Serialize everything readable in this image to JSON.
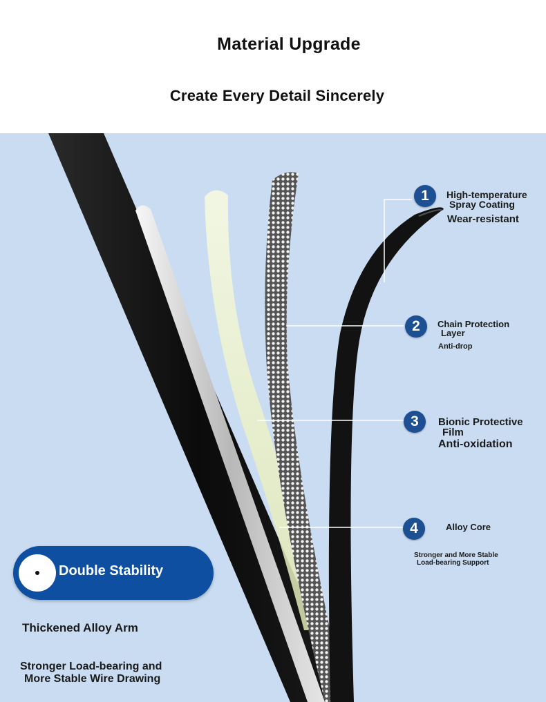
{
  "header": {
    "title": "Material Upgrade",
    "subtitle": "Create Every Detail Sincerely"
  },
  "layers": [
    {
      "number": "1",
      "title_line1": "High-temperature",
      "title_line2": "Spray Coating",
      "caption": "Wear-resistant"
    },
    {
      "number": "2",
      "title_line1": "Chain Protection",
      "title_line2": "Layer",
      "caption": "Anti-drop"
    },
    {
      "number": "3",
      "title_line1": "Bionic Protective",
      "title_line2": "Film",
      "caption": "Anti-oxidation"
    },
    {
      "number": "4",
      "title_line1": "Alloy Core",
      "caption_line1": "Stronger and More Stable",
      "caption_line2": "Load-bearing Support"
    }
  ],
  "feature": {
    "pill_label": "Double Stability",
    "heading": "Thickened Alloy Arm",
    "desc_line1": "Stronger Load-bearing and",
    "desc_line2": "More Stable Wire Drawing"
  },
  "colors": {
    "panel_bg": "#c9dcf2",
    "badge_blue": "#1d4f93",
    "pill_blue": "#0f4fa2",
    "tube_black": "#121212"
  }
}
